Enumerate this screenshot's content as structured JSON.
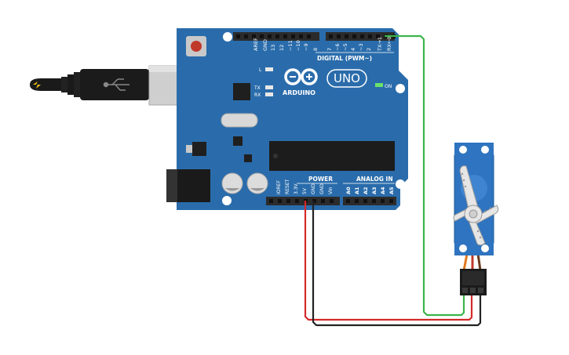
{
  "board": {
    "brand": "ARDUINO",
    "model": "UNO",
    "digital_header_label": "DIGITAL (PWM~)",
    "power_label": "POWER",
    "analog_label": "ANALOG IN",
    "led_l": "L",
    "led_tx": "TX",
    "led_rx": "RX",
    "led_on": "ON",
    "digital_pins": [
      "AREF",
      "GND",
      "13",
      "12",
      "~11",
      "~10",
      "~9",
      "8",
      "7",
      "~6",
      "~5",
      "4",
      "~3",
      "2",
      "TX→1",
      "RX←0"
    ],
    "power_pins": [
      "IOREF",
      "RESET",
      "3.3V",
      "5V",
      "GND",
      "GND",
      "Vin"
    ],
    "analog_pins": [
      "A0",
      "A1",
      "A2",
      "A3",
      "A4",
      "A5"
    ]
  },
  "colors": {
    "board": "#2a6cab",
    "board_dark": "#1f5a93",
    "header": "#2b2b2b",
    "wire_signal": "#3cb54a",
    "wire_power": "#d42a2a",
    "wire_ground": "#222222",
    "servo_body": "#2f74c0"
  },
  "components": {
    "usb": "usb-cable",
    "servo": "servo-motor",
    "power_jack": "dc-barrel-jack"
  },
  "connections": [
    {
      "from": "pin-2",
      "to": "servo-signal",
      "color": "green"
    },
    {
      "from": "5V",
      "to": "servo-power",
      "color": "red"
    },
    {
      "from": "GND",
      "to": "servo-ground",
      "color": "black"
    }
  ]
}
